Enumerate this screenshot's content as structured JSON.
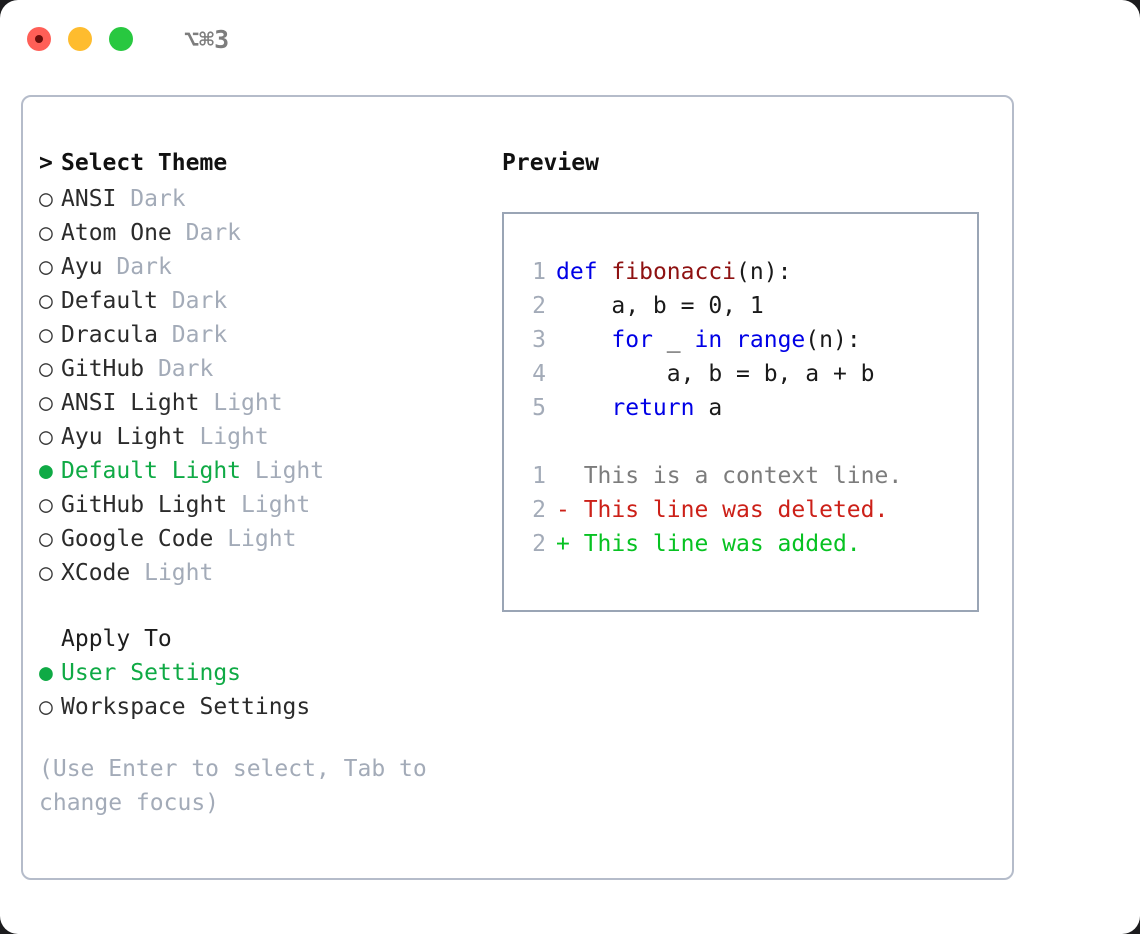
{
  "titlebar": {
    "shortcut": "⌥⌘3",
    "lights": [
      "close",
      "minimize",
      "zoom"
    ]
  },
  "left": {
    "header": "Select Theme",
    "caret": ">",
    "themes": [
      {
        "bullet": "○",
        "name": "ANSI",
        "tag": "Dark",
        "selected": false
      },
      {
        "bullet": "○",
        "name": "Atom One",
        "tag": "Dark",
        "selected": false
      },
      {
        "bullet": "○",
        "name": "Ayu",
        "tag": "Dark",
        "selected": false
      },
      {
        "bullet": "○",
        "name": "Default",
        "tag": "Dark",
        "selected": false
      },
      {
        "bullet": "○",
        "name": "Dracula",
        "tag": "Dark",
        "selected": false
      },
      {
        "bullet": "○",
        "name": "GitHub",
        "tag": "Dark",
        "selected": false
      },
      {
        "bullet": "○",
        "name": "ANSI Light",
        "tag": "Light",
        "selected": false
      },
      {
        "bullet": "○",
        "name": "Ayu Light",
        "tag": "Light",
        "selected": false
      },
      {
        "bullet": "●",
        "name": "Default Light",
        "tag": "Light",
        "selected": true
      },
      {
        "bullet": "○",
        "name": "GitHub Light",
        "tag": "Light",
        "selected": false
      },
      {
        "bullet": "○",
        "name": "Google Code",
        "tag": "Light",
        "selected": false
      },
      {
        "bullet": "○",
        "name": "XCode",
        "tag": "Light",
        "selected": false
      }
    ],
    "apply_to": {
      "title": "Apply To",
      "options": [
        {
          "bullet": "●",
          "name": "User Settings",
          "selected": true
        },
        {
          "bullet": "○",
          "name": "Workspace Settings",
          "selected": false
        }
      ]
    },
    "hint": "(Use Enter to select, Tab to change focus)"
  },
  "right": {
    "title": "Preview",
    "code_lines": [
      {
        "num": "1",
        "tokens": [
          {
            "t": "def",
            "c": "kw"
          },
          {
            "t": " ",
            "c": "code"
          },
          {
            "t": "fibonacci",
            "c": "fn"
          },
          {
            "t": "(n):",
            "c": "code"
          }
        ]
      },
      {
        "num": "2",
        "tokens": [
          {
            "t": "    a, b = 0, 1",
            "c": "code"
          }
        ]
      },
      {
        "num": "3",
        "tokens": [
          {
            "t": "    ",
            "c": "code"
          },
          {
            "t": "for",
            "c": "kw"
          },
          {
            "t": " _ ",
            "c": "code"
          },
          {
            "t": "in",
            "c": "kw"
          },
          {
            "t": " ",
            "c": "code"
          },
          {
            "t": "range",
            "c": "kw"
          },
          {
            "t": "(n):",
            "c": "code"
          }
        ]
      },
      {
        "num": "4",
        "tokens": [
          {
            "t": "        a, b = b, a + b",
            "c": "code"
          }
        ]
      },
      {
        "num": "5",
        "tokens": [
          {
            "t": "    ",
            "c": "code"
          },
          {
            "t": "return",
            "c": "kw"
          },
          {
            "t": " a",
            "c": "code"
          }
        ]
      }
    ],
    "diff_lines": [
      {
        "num": "1",
        "marker": " ",
        "text": "  This is a context line.",
        "kind": "diff-ctx"
      },
      {
        "num": "2",
        "marker": " ",
        "text": "- This line was deleted.",
        "kind": "diff-del"
      },
      {
        "num": "2",
        "marker": " ",
        "text": "+ This line was added.",
        "kind": "diff-add"
      }
    ]
  },
  "colors": {
    "selection_green": "#0faa45",
    "muted_gray": "#a3abb8",
    "keyword_blue": "#0000e6",
    "function_red": "#8e1111",
    "diff_delete": "#cc2018",
    "diff_add": "#07c222",
    "panel_border": "#b5bcca",
    "preview_border": "#9aa5b5"
  }
}
